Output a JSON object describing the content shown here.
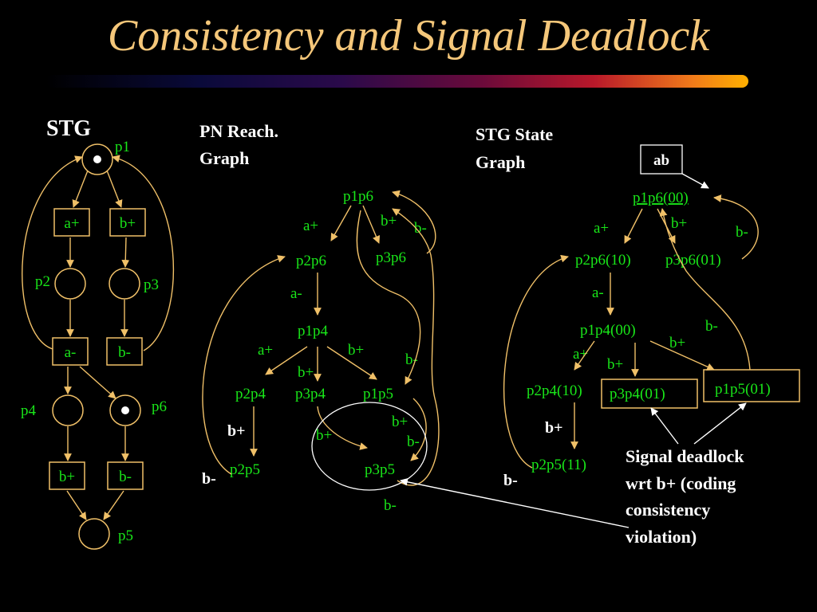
{
  "title": "Consistency and Signal Deadlock",
  "stg": {
    "heading": "STG",
    "places": {
      "p1": "p1",
      "p2": "p2",
      "p3": "p3",
      "p4": "p4",
      "p5": "p5",
      "p6": "p6"
    },
    "transitions": {
      "a_plus": "a+",
      "b_plus_top": "b+",
      "a_minus": "a-",
      "b_minus_mid": "b-",
      "b_plus_bot": "b+",
      "b_minus_bot": "b-"
    },
    "tokens": [
      "p1",
      "p6"
    ]
  },
  "pn_graph": {
    "heading_line1": "PN  Reach.",
    "heading_line2": "Graph",
    "states": {
      "p1p6": "p1p6",
      "p2p6": "p2p6",
      "p3p6": "p3p6",
      "p1p4": "p1p4",
      "p2p4": "p2p4",
      "p3p4": "p3p4",
      "p1p5": "p1p5",
      "p2p5": "p2p5",
      "p3p5": "p3p5"
    },
    "edge_labels": {
      "a_plus_1": "a+",
      "b_plus_1": "b+",
      "b_minus_1": "b-",
      "a_minus": "a-",
      "a_plus_2": "a+",
      "b_plus_2": "b+",
      "b_plus_3": "b+",
      "b_minus_2": "b-",
      "b_plus_4": "b+",
      "b_minus_left": "b-",
      "b_plus_5": "b+",
      "b_plus_6": "b+",
      "b_minus_3": "b-",
      "b_minus_4": "b-"
    }
  },
  "stg_state_graph": {
    "heading_line1": "STG State",
    "heading_line2": "Graph",
    "legend": "ab",
    "states": {
      "s0": "p1p6(00)",
      "s1": "p2p6(10)",
      "s2": "p3p6(01)",
      "s3": "p1p4(00)",
      "s4": "p2p4(10)",
      "s5": "p3p4(01)",
      "s6": "p1p5(01)",
      "s7": "p2p5(11)"
    },
    "edge_labels": {
      "a_plus_1": "a+",
      "b_plus_1": "b+",
      "b_minus_1": "b-",
      "a_minus": "a-",
      "b_minus_2": "b-",
      "b_plus_2": "b+",
      "a_plus_2": "a+",
      "b_plus_3": "b+",
      "b_plus_4": "b+",
      "b_minus_left": "b-"
    }
  },
  "annotation": {
    "line1": "Signal deadlock",
    "line2": "wrt b+ (coding",
    "line3": "consistency",
    "line4": "violation)"
  },
  "colors": {
    "title": "#F5C77A",
    "state_text": "#19E619",
    "arrows": "#F0C068",
    "heading": "#FFFFFF"
  }
}
